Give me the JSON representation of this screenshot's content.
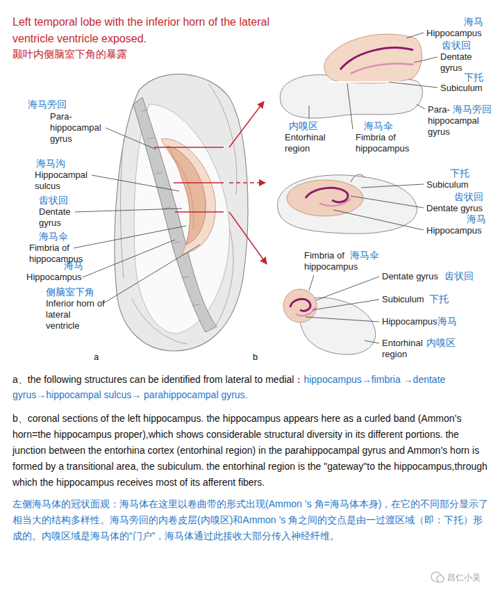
{
  "diagram": {
    "title": "Left temporal lobe with the inferior horn of the lateral ventricle ventricle exposed.",
    "labels": [
      "颞叶内侧脑室下角的暴露",
      "海马旁回",
      "Para- hippocampal gyrus",
      "海马沟",
      "Hippocampal sulcus",
      "齿状回",
      "Dentate gyrus",
      "海马伞",
      "Fimbria of hippocampus",
      "海马",
      "Hippocampus",
      "侧脑室下角",
      "Inferior horn of lateral ventricle",
      "海马",
      "Hippocampus",
      "齿状回",
      "Dentate gyrus",
      "下托",
      "Subiculum",
      "Para- hippocampal gyrus",
      "海马旁回",
      "内嗅区",
      "Entorhinal region",
      "海马伞",
      "Fimbria of hippocampus",
      "下托",
      "Subiculum",
      "齿状回",
      "Dentate gyrus",
      "海马",
      "Hippocampus",
      "Fimbria of hippocampus",
      "海马伞",
      "Dentate gyrus",
      "齿状回",
      "Subiculum",
      "下托",
      "Hippocampus",
      "海马",
      "Entorhinal region",
      "内嗅区",
      "a",
      "b",
      "a、the following structures can be identified from lateral to medial：",
      "hippocampus→fimbria →dentate gyrus→hippocampal sulcus→ parahippocampal gyrus.",
      "b、coronal sections of the left hippocampus. the hippocampus appears here as a curled band (Ammon’s horn=the hippocampus proper),which shows considerable structural diversity in its different portions. the junction between the entorhina cortex (entorhinal region) in the parahippocampal gyrus and Ammon’s horn is formed by a transitional area, the subiculum. the entorhinal region is the \"gateway\"to the hippocampus,through which the hippocampus receives most of its afferent fibers.",
      "左侧海马体的冠状面观：海马体在这里以卷曲带的形式出现(Ammon ’s 角=海马体本身)，在它的不同部分显示了相当大的结构多样性。海马旁回的内卷皮层(内嗅区)和Ammon ’s 角之间的交点是由一过渡区域（即：下托）形成的。内嗅区域是海马体的“门户”，海马体通过此接收大部分传入神经纤维。",
      "昌仁小吴"
    ]
  }
}
